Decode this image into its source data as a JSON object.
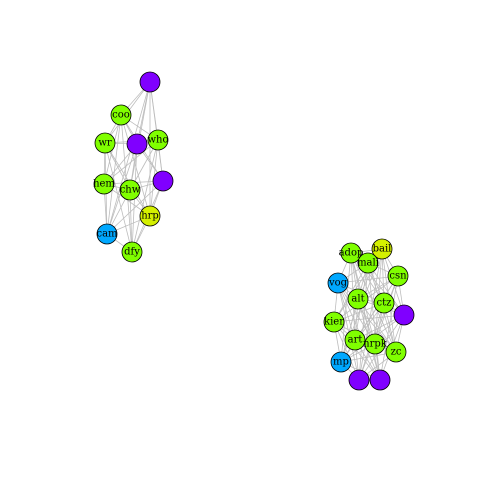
{
  "colors": {
    "edge": "#bdbdbd",
    "node_stroke": "#000000",
    "green": "#80ff00",
    "purple": "#8000ff",
    "blue": "#00a8ff",
    "yellow": "#d4f000"
  },
  "nodes": [
    {
      "id": "a1",
      "label": "",
      "color": "purple"
    },
    {
      "id": "a2",
      "label": "coo",
      "color": "green"
    },
    {
      "id": "a3",
      "label": "wr",
      "color": "green"
    },
    {
      "id": "a4",
      "label": "",
      "color": "purple"
    },
    {
      "id": "a5",
      "label": "who",
      "color": "green"
    },
    {
      "id": "a6",
      "label": "hem",
      "color": "green"
    },
    {
      "id": "a7",
      "label": "chw",
      "color": "green"
    },
    {
      "id": "a8",
      "label": "",
      "color": "purple"
    },
    {
      "id": "a9",
      "label": "hrp",
      "color": "yellow"
    },
    {
      "id": "a10",
      "label": "cam",
      "color": "blue"
    },
    {
      "id": "a11",
      "label": "dfy",
      "color": "green"
    },
    {
      "id": "b1",
      "label": "adop",
      "color": "green"
    },
    {
      "id": "b2",
      "label": "bail",
      "color": "yellow"
    },
    {
      "id": "b3",
      "label": "mali",
      "color": "green"
    },
    {
      "id": "b4",
      "label": "csn",
      "color": "green"
    },
    {
      "id": "b5",
      "label": "vog",
      "color": "blue"
    },
    {
      "id": "b6",
      "label": "alt",
      "color": "green"
    },
    {
      "id": "b7",
      "label": "ctz",
      "color": "green"
    },
    {
      "id": "b8",
      "label": "",
      "color": "purple"
    },
    {
      "id": "b9",
      "label": "kier",
      "color": "green"
    },
    {
      "id": "b10",
      "label": "art",
      "color": "green"
    },
    {
      "id": "b11",
      "label": "nrpk",
      "color": "green"
    },
    {
      "id": "b12",
      "label": "zc",
      "color": "green"
    },
    {
      "id": "b13",
      "label": "mp",
      "color": "blue"
    },
    {
      "id": "b14",
      "label": "",
      "color": "purple"
    },
    {
      "id": "b15",
      "label": "",
      "color": "purple"
    }
  ]
}
